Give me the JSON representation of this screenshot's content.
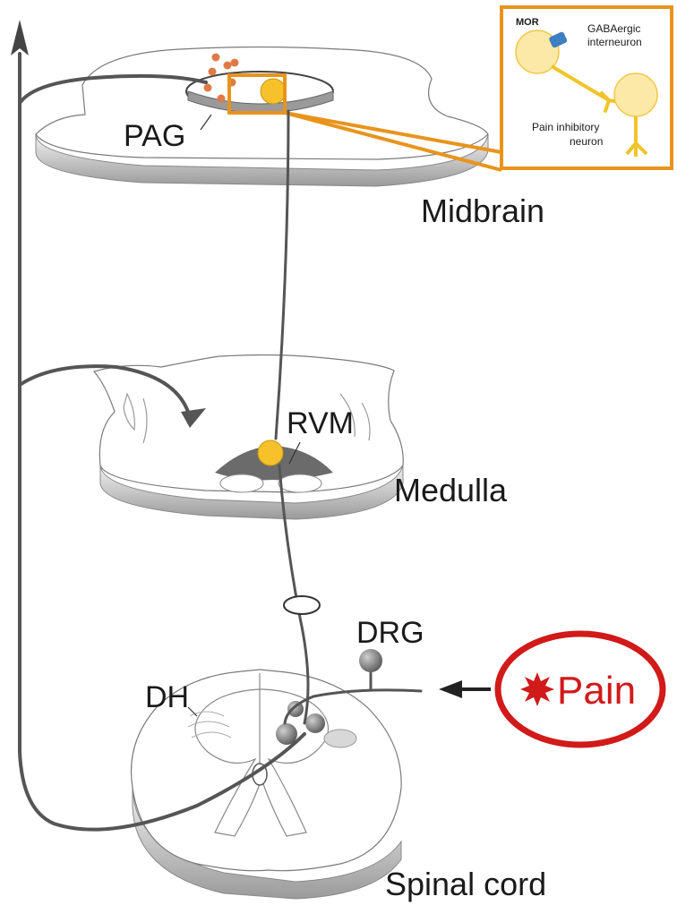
{
  "labels": {
    "pag": "PAG",
    "midbrain": "Midbrain",
    "rvm": "RVM",
    "medulla": "Medulla",
    "drg": "DRG",
    "dh": "DH",
    "spinal_cord": "Spinal cord",
    "pain": "Pain"
  },
  "inset": {
    "mor": "MOR",
    "gaba_line1": "GABAergic",
    "gaba_line2": "interneuron",
    "pain_inhib_line1": "Pain inhibitory",
    "pain_inhib_line2": "neuron"
  },
  "colors": {
    "neuron_yellow": "#f7c12b",
    "inset_border": "#e8941c",
    "mor_receptor": "#3d7fc1",
    "pain_red": "#d11a1a",
    "dot_orange": "#e07a45",
    "pathway_gray": "#555555"
  },
  "icons": {
    "pain_burst": "starburst-icon",
    "ascending_arrow": "arrow-up-icon",
    "pain_input_arrow": "arrow-left-icon"
  }
}
